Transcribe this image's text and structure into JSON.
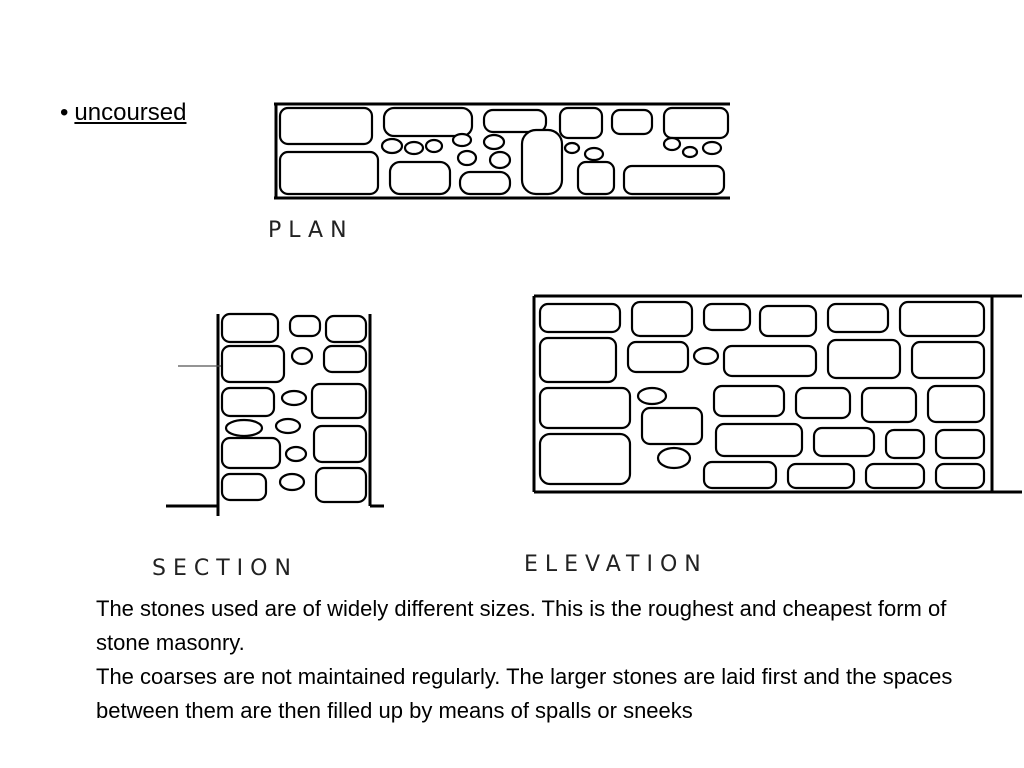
{
  "bullet": {
    "marker": "•",
    "term": "uncoursed"
  },
  "labels": {
    "plan": "PLAN",
    "section": "SECTION",
    "elevation": "ELEVATION"
  },
  "description": {
    "paragraph1": "The stones used are of widely different sizes. This is the roughest and cheapest form of stone masonry.",
    "paragraph2": "The coarses are not maintained regularly. The larger stones are laid first and the spaces between them are then filled up by means of spalls or sneeks"
  }
}
